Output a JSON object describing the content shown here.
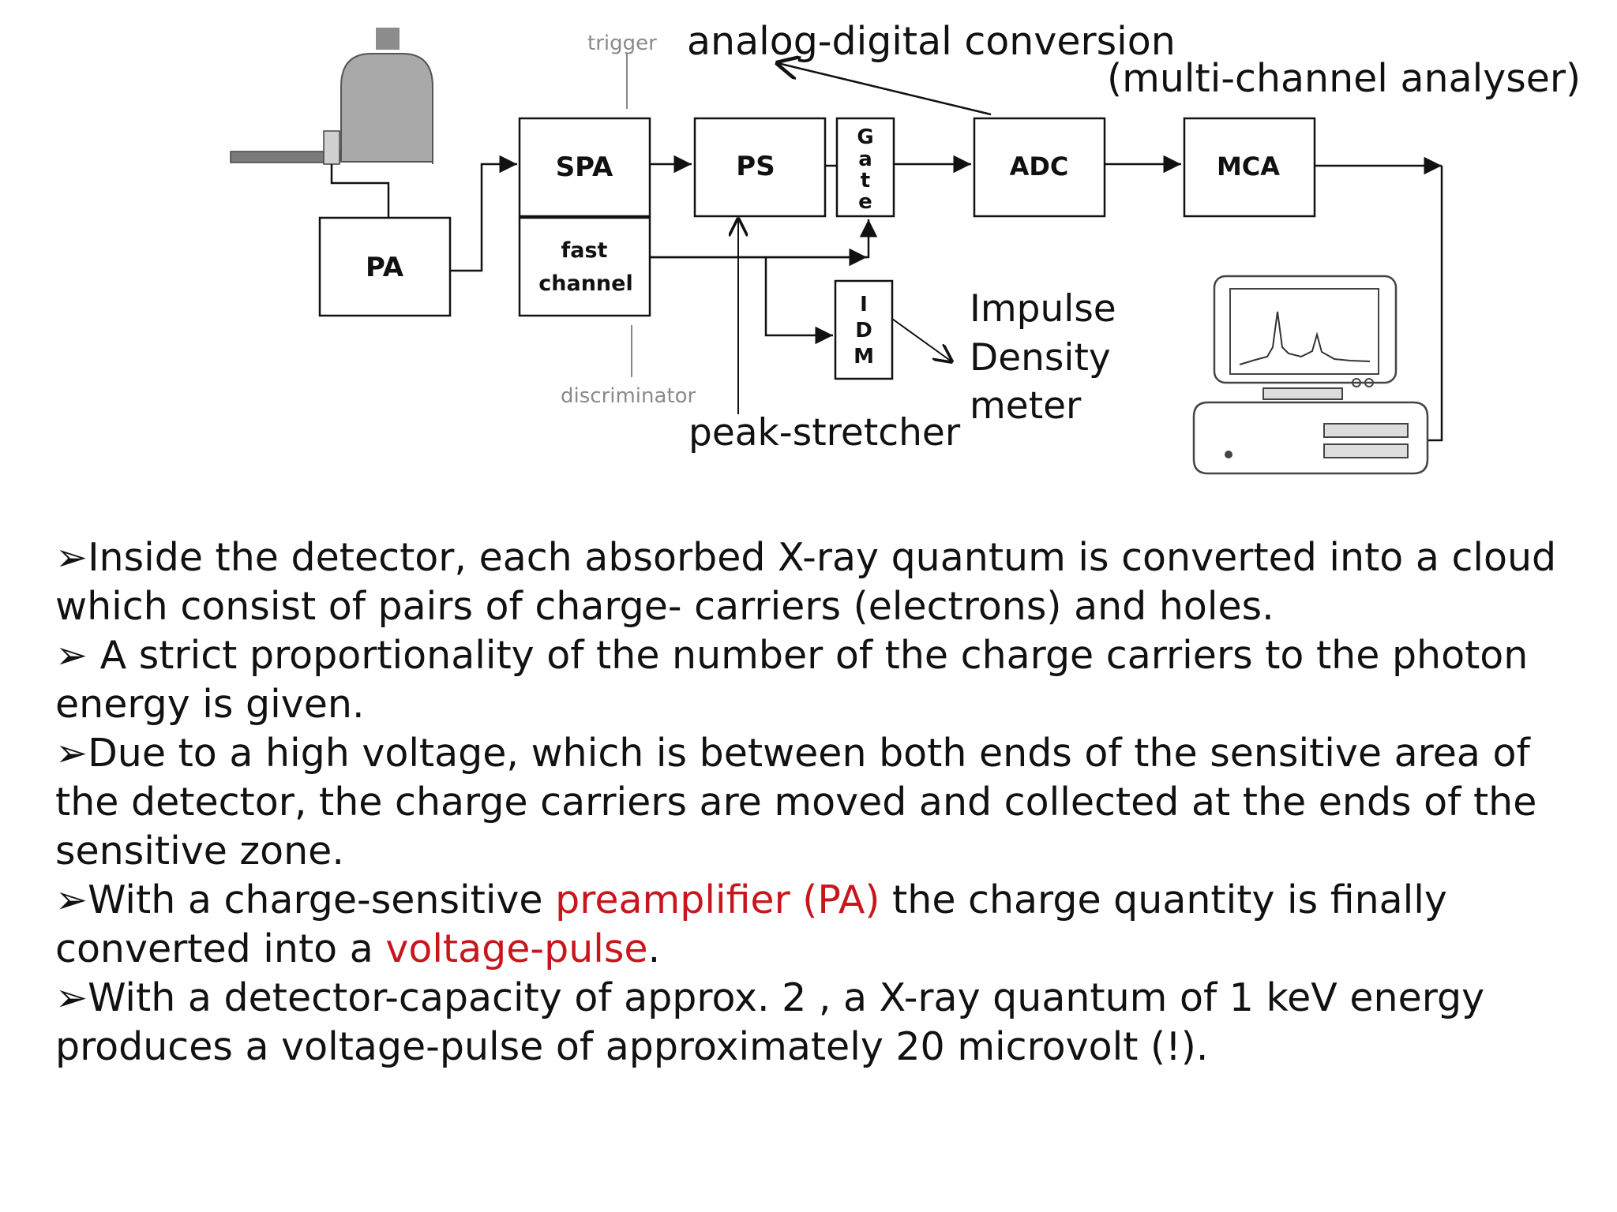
{
  "diagram": {
    "blocks": {
      "pa": "PA",
      "spa": "SPA",
      "fast": [
        "fast",
        "channel"
      ],
      "ps": "PS",
      "gate": [
        "G",
        "a",
        "t",
        "e"
      ],
      "idm": [
        "I",
        "D",
        "M"
      ],
      "adc": "ADC",
      "mca": "MCA"
    },
    "labels": {
      "trigger": "trigger",
      "discriminator": "discriminator",
      "adc_note": "analog-digital conversion",
      "mca_note": "(multi-channel analyser)",
      "idm_note": [
        "Impulse",
        "Density",
        "meter"
      ],
      "ps_note": "peak-stretcher"
    }
  },
  "bullets": [
    {
      "marker": "➢",
      "segments": [
        {
          "text": "Inside the detector, each absorbed X-ray quantum is converted into a cloud which consist of pairs of charge- carriers (electrons) and holes.",
          "highlight": false
        }
      ]
    },
    {
      "marker": "➢",
      "segments": [
        {
          "text": " A strict proportionality of the number of the charge carriers to the photon energy is given.",
          "highlight": false
        }
      ]
    },
    {
      "marker": "➢",
      "segments": [
        {
          "text": "Due to a high voltage, which is between both ends of the sensitive area of the detector, the charge carriers are moved and collected at the ends of the sensitive zone.",
          "highlight": false
        }
      ]
    },
    {
      "marker": "➢",
      "segments": [
        {
          "text": "With a charge-sensitive ",
          "highlight": false
        },
        {
          "text": "preamplifier (PA)",
          "highlight": true
        },
        {
          "text": " the charge quantity is finally converted into a ",
          "highlight": false
        },
        {
          "text": "voltage-pulse",
          "highlight": true
        },
        {
          "text": ".",
          "highlight": false
        }
      ]
    },
    {
      "marker": "➢",
      "segments": [
        {
          "text": "With a detector-capacity of approx. 2 , a X-ray quantum of 1 keV energy produces a voltage-pulse of approximately 20 microvolt (!).",
          "highlight": false
        }
      ]
    }
  ],
  "colors": {
    "highlight": "#c8161d",
    "text": "#111111",
    "muted": "#8a8a8a"
  },
  "icons": [
    "detector-icon",
    "computer-icon",
    "spectrum-icon"
  ]
}
